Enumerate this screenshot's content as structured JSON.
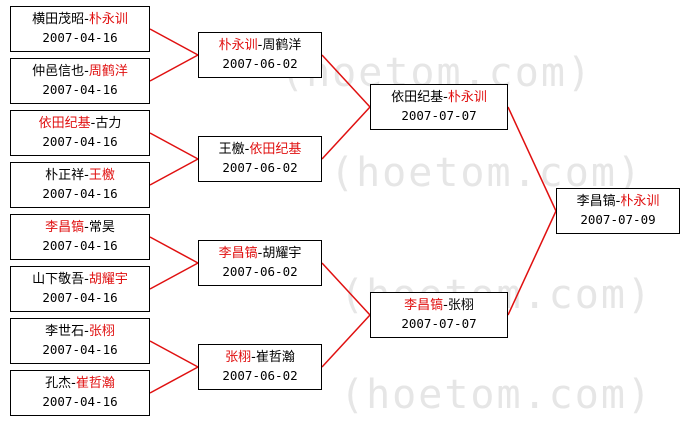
{
  "watermark": "(hoetom.com)",
  "colors": {
    "winner": "#e01010",
    "line": "#e01010",
    "border": "#000000"
  },
  "round1": [
    {
      "p1": "横田茂昭",
      "sep": "-",
      "p2": "朴永训",
      "winner": 2,
      "date": "2007-04-16"
    },
    {
      "p1": "仲邑信也",
      "sep": "-",
      "p2": "周鹤洋",
      "winner": 2,
      "date": "2007-04-16"
    },
    {
      "p1": "依田纪基",
      "sep": "-",
      "p2": "古力",
      "winner": 1,
      "date": "2007-04-16"
    },
    {
      "p1": "朴正祥",
      "sep": "-",
      "p2": "王檄",
      "winner": 2,
      "date": "2007-04-16"
    },
    {
      "p1": "李昌镐",
      "sep": "-",
      "p2": "常昊",
      "winner": 1,
      "date": "2007-04-16"
    },
    {
      "p1": "山下敬吾",
      "sep": "-",
      "p2": "胡耀宇",
      "winner": 2,
      "date": "2007-04-16"
    },
    {
      "p1": "李世石",
      "sep": "-",
      "p2": "张栩",
      "winner": 2,
      "date": "2007-04-16"
    },
    {
      "p1": "孔杰",
      "sep": "-",
      "p2": "崔哲瀚",
      "winner": 2,
      "date": "2007-04-16"
    }
  ],
  "round2": [
    {
      "p1": "朴永训",
      "sep": "-",
      "p2": "周鹤洋",
      "winner": 1,
      "date": "2007-06-02"
    },
    {
      "p1": "王檄",
      "sep": "-",
      "p2": "依田纪基",
      "winner": 2,
      "date": "2007-06-02"
    },
    {
      "p1": "李昌镐",
      "sep": "-",
      "p2": "胡耀宇",
      "winner": 1,
      "date": "2007-06-02"
    },
    {
      "p1": "张栩",
      "sep": "-",
      "p2": "崔哲瀚",
      "winner": 1,
      "date": "2007-06-02"
    }
  ],
  "round3": [
    {
      "p1": "依田纪基",
      "sep": "-",
      "p2": "朴永训",
      "winner": 2,
      "date": "2007-07-07"
    },
    {
      "p1": "李昌镐",
      "sep": "-",
      "p2": "张栩",
      "winner": 1,
      "date": "2007-07-07"
    }
  ],
  "final": [
    {
      "p1": "李昌镐",
      "sep": "-",
      "p2": "朴永训",
      "winner": 2,
      "date": "2007-07-09"
    }
  ]
}
